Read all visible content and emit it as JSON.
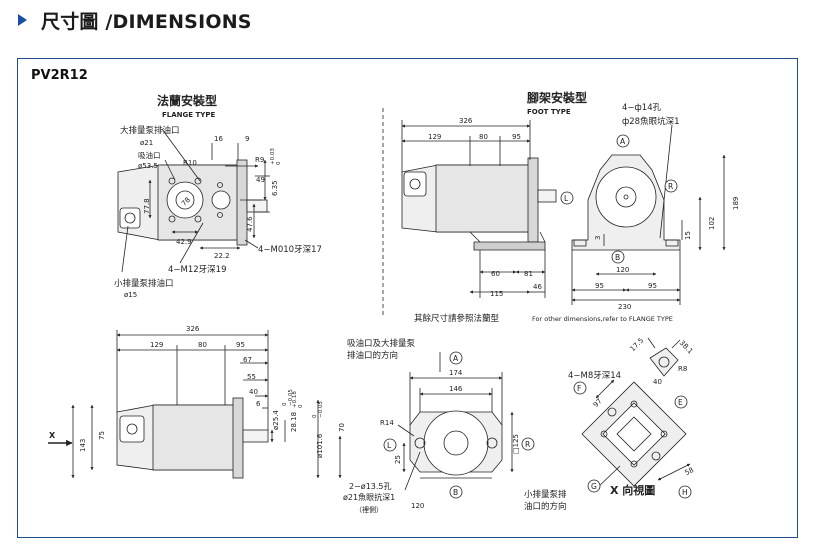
{
  "header": {
    "title": "尺寸圖 /DIMENSIONS"
  },
  "model": "PV2R12",
  "flange": {
    "title_cn": "法蘭安裝型",
    "title_en": "FLANGE TYPE",
    "large_outlet": "大排量泵排油口",
    "d21": "ø21",
    "inlet": "吸油口",
    "d53": "ø53.5",
    "r10": "R10",
    "d16": "16",
    "d9": "9",
    "r9": "R9",
    "tol": "+0.03\n0",
    "d49": "49",
    "d635": "6.35",
    "d78": "78",
    "d778": "77.8",
    "d476": "47.6",
    "d429": "42.9",
    "d222": "22.2",
    "m10": "4−M010牙深17",
    "m12": "4−M12牙深19",
    "small_outlet": "小排量泵排油口",
    "d15": "ø15"
  },
  "foot": {
    "title_cn": "腳架安裝型",
    "title_en": "FOOT TYPE",
    "holes": "4−ф14孔",
    "counterbore": "ф28魚眼坑深1",
    "d326": "326",
    "d129": "129",
    "d80": "80",
    "d95": "95",
    "d60": "60",
    "d81": "81",
    "d115": "115",
    "d46": "46",
    "d3": "3",
    "d120": "120",
    "d15": "15",
    "d102": "102",
    "d189": "189",
    "d95a": "95",
    "d95b": "95",
    "d230": "230",
    "lbl_a": "A",
    "lbl_b": "B",
    "lbl_l": "L",
    "lbl_r": "R",
    "note_cn": "其餘尺寸請參照法蘭型",
    "note_en": "For other dimensions,refer to FLANGE TYPE"
  },
  "side": {
    "d326": "326",
    "d129": "129",
    "d80": "80",
    "d95": "95",
    "d67": "67",
    "d55": "55",
    "d40": "40",
    "d6": "6",
    "d254": "ø25.4",
    "d2818": "28.18",
    "d1016": "ø101.6",
    "d70": "70",
    "d75": "75",
    "d143": "143",
    "tol1": "0\n−0.05",
    "tol2": "+0.18\n0",
    "tol3": "0\n−0.05",
    "x": "X"
  },
  "front": {
    "inlet": "吸油口及大排量泵",
    "outlet_dir": "排油口的方向",
    "lbl_a": "A",
    "d174": "174",
    "d146": "146",
    "r14": "R14",
    "lbl_l": "L",
    "lbl_r": "R",
    "d125": "□125",
    "d25": "25",
    "holes": "2−ø13.5孔",
    "counterbore": "ø21魚眼抗深1",
    "back": "（裡側）",
    "d120": "120",
    "lbl_b": "B"
  },
  "xview": {
    "title": "X 向視圖",
    "m8": "4−M8牙深14",
    "d175": "17.5",
    "d381": "38.1",
    "r8": "R8",
    "d40": "40",
    "d97": "97",
    "d58": "58",
    "lbl_f": "F",
    "lbl_e": "E",
    "lbl_g": "G",
    "lbl_h": "H",
    "small_outlet": "小排量泵排",
    "outlet_dir": "油口的方向"
  }
}
